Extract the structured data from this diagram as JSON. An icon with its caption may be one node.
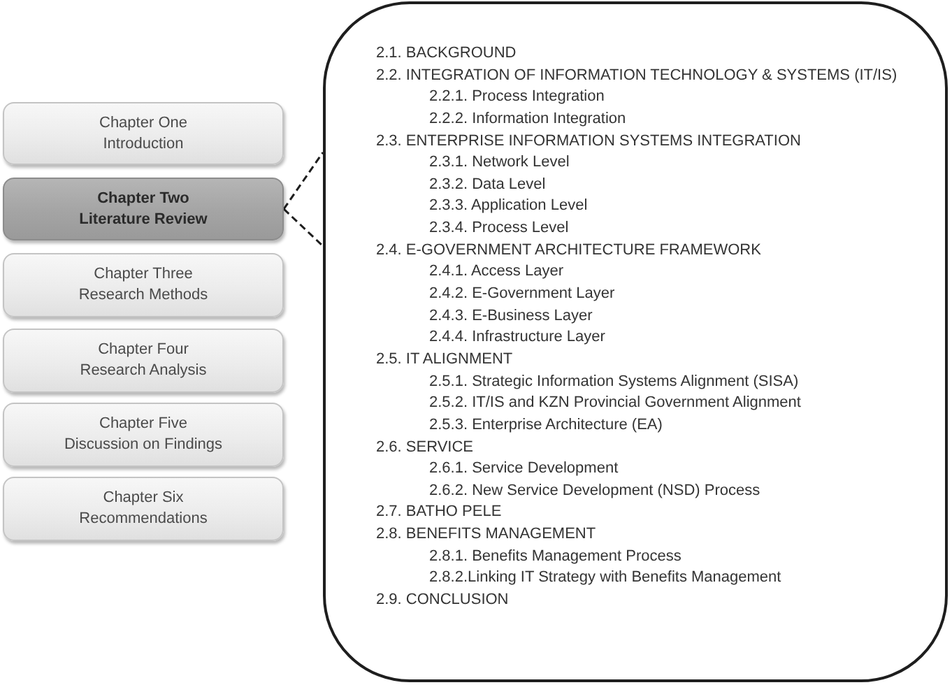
{
  "diagram": {
    "nodes": [
      {
        "text": [
          "Chapter One",
          "Introduction"
        ]
      },
      {
        "text": [
          "Chapter Two",
          "Literature Review"
        ]
      },
      {
        "text": [
          "Chapter Three",
          "Research Methods"
        ]
      },
      {
        "text": [
          "Chapter Four",
          "Research Analysis"
        ]
      },
      {
        "text": [
          "Chapter Five",
          "Discussion on Findings"
        ]
      },
      {
        "text": [
          "Chapter Six",
          "Recommendations"
        ]
      },
      {
        "text": [
          "2.1. BACKGROUND",
          "2.2. INTEGRATION OF INFORMATION TECHNOLOGY & SYSTEMS (IT/IS)",
          "2.2.1. Process Integration",
          "2.2.2. Information Integration",
          "2.3. ENTERPRISE INFORMATION SYSTEMS INTEGRATION",
          "2.3.1. Network Level",
          "2.3.2. Data Level",
          "2.3.3. Application Level",
          "2.3.4. Process Level",
          "2.4. E-GOVERNMENT ARCHITECTURE FRAMEWORK",
          "2.4.1. Access Layer",
          "2.4.2. E-Government Layer",
          "2.4.3. E-Business Layer",
          "2.4.4. Infrastructure Layer",
          "2.5. IT ALIGNMENT",
          "2.5.1. Strategic Information Systems Alignment (SISA)",
          "2.5.2. IT/IS and KZN Provincial Government Alignment",
          "2.5.3. Enterprise Architecture (EA)",
          "2.6. SERVICE",
          "2.6.1. Service Development",
          "2.6.2. New Service Development (NSD) Process",
          "2.7. BATHO PELE",
          "2.8. BENEFITS MANAGEMENT",
          "2.8.1. Benefits Management Process",
          "2.8.2.Linking IT Strategy with Benefits Management",
          "2.9. CONCLUSION"
        ]
      }
    ],
    "edges": [
      {
        "from": 1,
        "to": 6,
        "arrow": "none",
        "style": "dashed"
      },
      {
        "from": 1,
        "to": 6,
        "arrow": "none",
        "style": "dashed"
      }
    ]
  }
}
